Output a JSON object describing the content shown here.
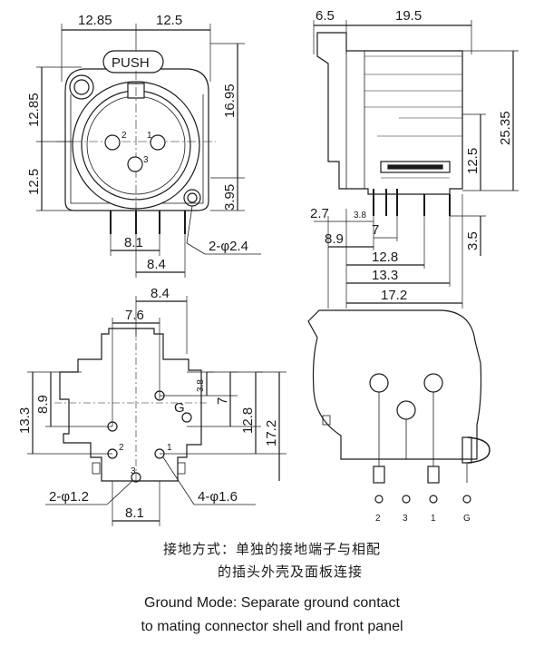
{
  "front_view": {
    "push_label": "PUSH",
    "dims": [
      "12.85",
      "12.5",
      "12.85",
      "12.5",
      "16.95",
      "3.95",
      "8.1",
      "8.4",
      "2-φ2.4"
    ],
    "pins": [
      "2",
      "1",
      "3"
    ]
  },
  "side_view": {
    "dims": [
      "6.5",
      "19.5",
      "25.35",
      "12.5",
      "2.7",
      "3.8",
      "7",
      "8.9",
      "12.8",
      "13.3",
      "17.2",
      "3.5"
    ]
  },
  "pcb_view": {
    "dims": [
      "8.4",
      "7.6",
      "13.3",
      "8.9",
      "3.8",
      "7",
      "12.8",
      "17.2",
      "2-φ1.2",
      "8.1",
      "4-φ1.6"
    ],
    "pins": [
      "1",
      "2",
      "3",
      "G"
    ]
  },
  "panel_view": {
    "pin_labels": [
      "2",
      "3",
      "1",
      "G"
    ]
  },
  "notes": {
    "chinese_line1": "接地方式：单独的接地端子与相配",
    "chinese_line2": "的插头外壳及面板连接",
    "english_line1": "Ground Mode: Separate ground contact",
    "english_line2": "to mating connector shell and front panel"
  }
}
